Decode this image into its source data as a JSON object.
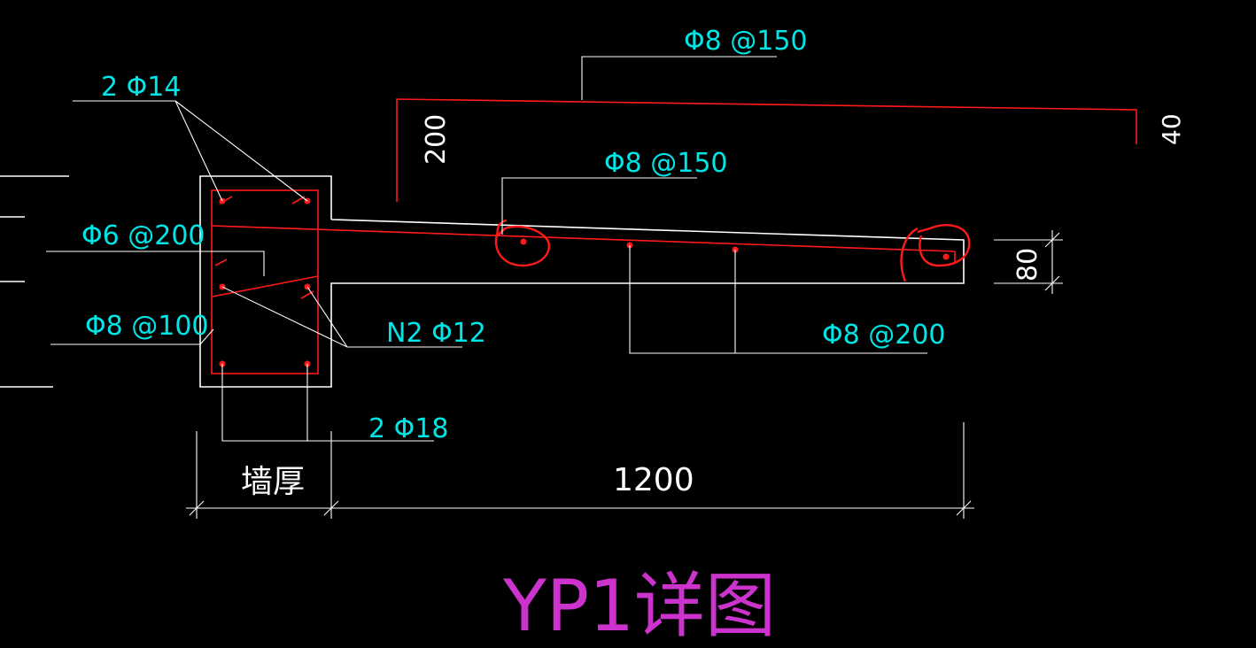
{
  "drawing": {
    "title": "YP1详图",
    "labels": {
      "top_rebar": "Φ8 @150",
      "slab_top_rebar": "Φ8 @150",
      "corner_bars": "2 Φ14",
      "stirrup_small": "Φ6 @200",
      "stirrup": "Φ8 @100",
      "n2_bars": "N2 Φ12",
      "bottom_bars": "2 Φ18",
      "dist_rebar": "Φ8 @200"
    },
    "dimensions": {
      "wall_thickness": "墙厚",
      "length": "1200",
      "height_200": "200",
      "thickness_80": "80",
      "edge_40": "40"
    },
    "colors": {
      "background": "#000000",
      "outline": "#ffffff",
      "rebar": "#ff1a1a",
      "text": "#00e5e5",
      "title": "#cc33cc"
    }
  }
}
